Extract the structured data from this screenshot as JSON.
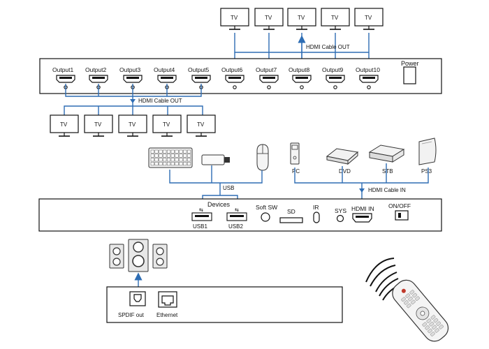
{
  "colors": {
    "cable": "#2e6db4",
    "panel_stroke": "#111111",
    "panel_fill": "#ffffff"
  },
  "top_tvs": [
    "TV",
    "TV",
    "TV",
    "TV",
    "TV"
  ],
  "lower_tvs": [
    "TV",
    "TV",
    "TV",
    "TV",
    "TV"
  ],
  "output_panel": {
    "outputs": [
      "Output1",
      "Output2",
      "Output3",
      "Output4",
      "Output5",
      "Output6",
      "Output7",
      "Output8",
      "Output9",
      "Output10"
    ],
    "power_label": "Power"
  },
  "cables": {
    "hdmi_out_top": "HDMI Cable OUT",
    "hdmi_out_lower": "HDMI Cable OUT",
    "usb": "USB",
    "hdmi_in": "HDMI Cable IN"
  },
  "sources": {
    "pc": "PC",
    "dvd": "DVD",
    "stb": "STB",
    "ps3": "PS3"
  },
  "input_panel": {
    "devices_label": "Devices",
    "usb1": "USB1",
    "usb2": "USB2",
    "soft_sw": "Soft SW",
    "sd": "SD",
    "ir": "IR",
    "sys": "SYS",
    "hdmi_in": "HDMI IN",
    "on_off": "ON/OFF"
  },
  "audio_panel": {
    "spdif": "SPDIF out",
    "ethernet": "Ethernet"
  },
  "icons": [
    "tv-icon",
    "keyboard-icon",
    "usb-drive-icon",
    "mouse-icon",
    "pc-icon",
    "dvd-player-icon",
    "stb-icon",
    "ps3-icon",
    "speaker-icon",
    "remote-icon",
    "hdmi-port-icon",
    "usb-port-icon",
    "spdif-port-icon",
    "ethernet-port-icon"
  ]
}
